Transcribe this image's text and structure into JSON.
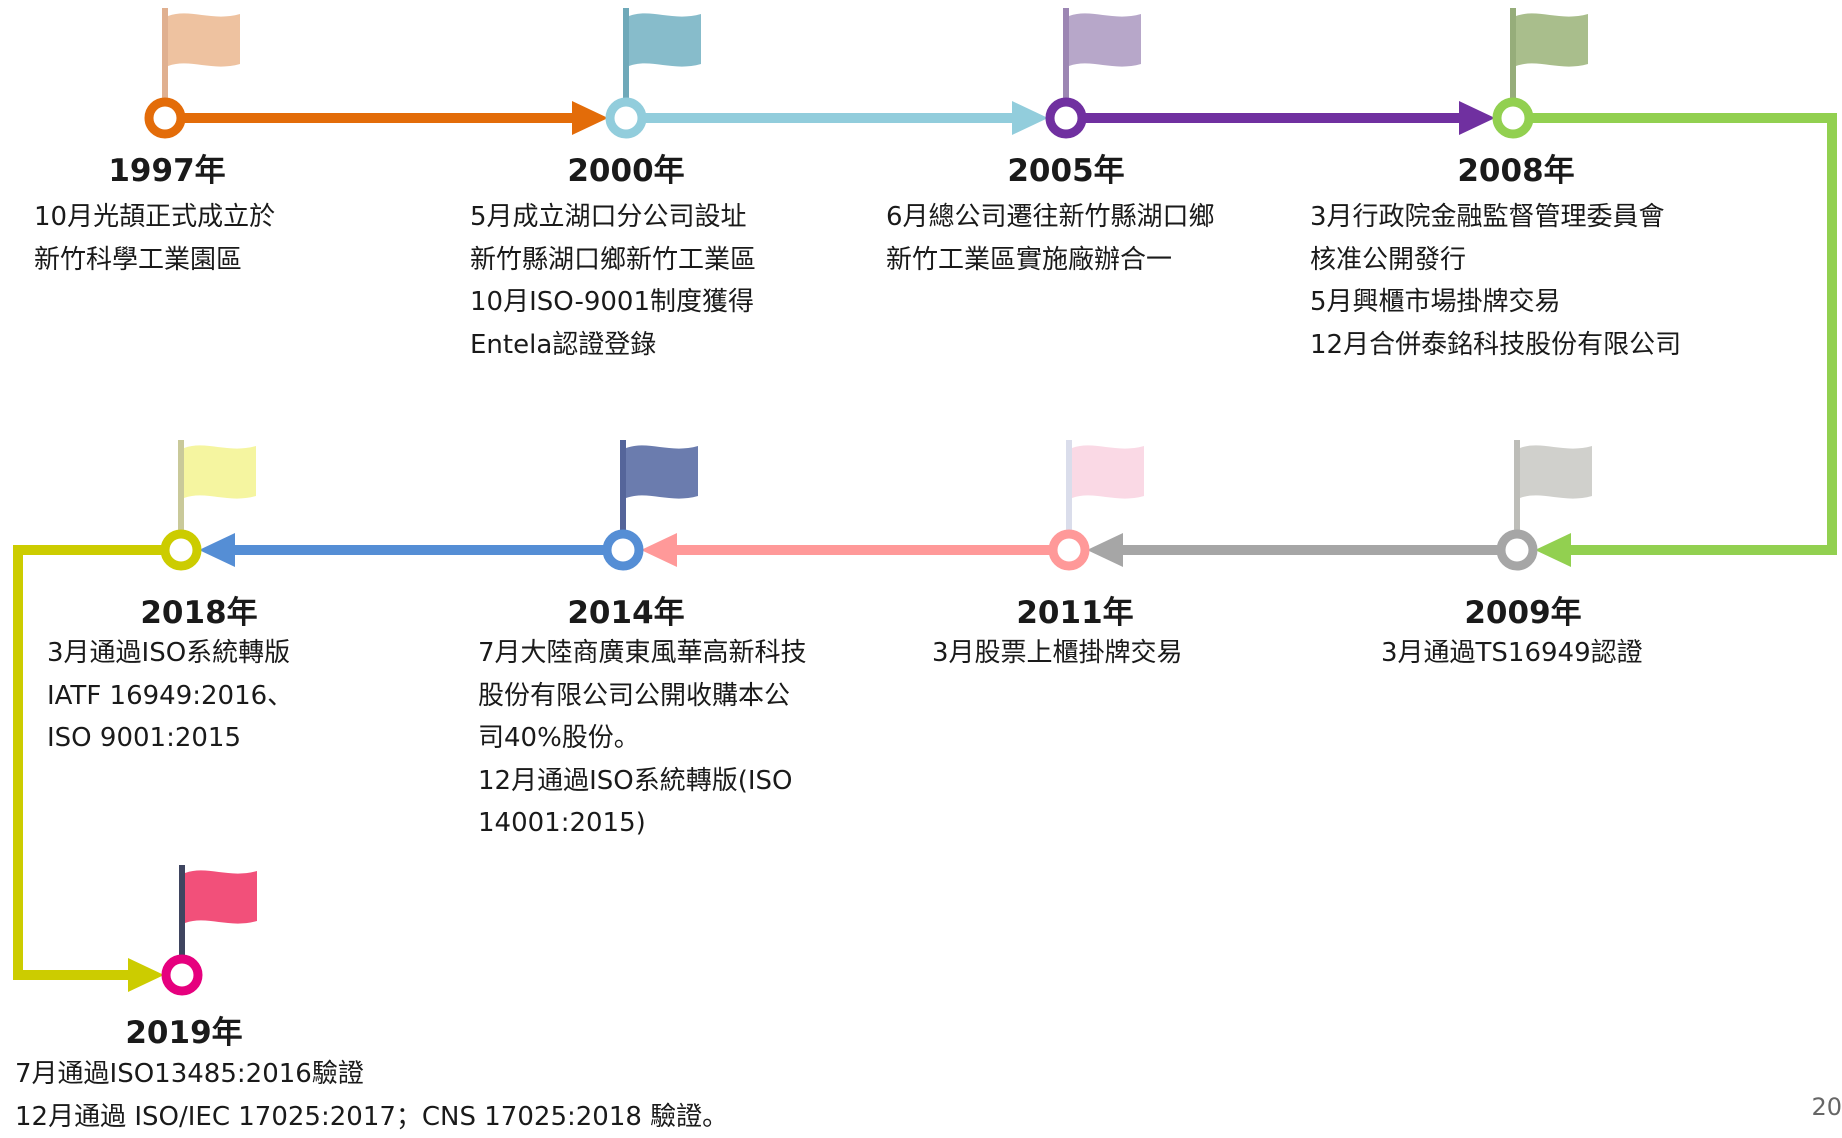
{
  "milestones": [
    {
      "id": "1997",
      "year": "1997年",
      "color": "#E36C09",
      "flag_color": "#EEC2A0",
      "pole_color": "#E0B090",
      "lines": [
        "10月光頡正式成立於",
        "新竹科學工業園區"
      ]
    },
    {
      "id": "2000",
      "year": "2000年",
      "color": "#31859C",
      "flag_color": "#87BCCB",
      "pole_color": "#6FA9B9",
      "ring_color": "#92CDDC",
      "lines": [
        "5月成立湖口分公司設址",
        "新竹縣湖口鄉新竹工業區",
        "10月ISO-9001制度獲得",
        "Entela認證登錄"
      ]
    },
    {
      "id": "2005",
      "year": "2005年",
      "color": "#7030A0",
      "flag_color": "#B7A7C9",
      "pole_color": "#9C86B3",
      "lines": [
        "6月總公司遷往新竹縣湖口鄉",
        "新竹工業區實施廠辦合一"
      ]
    },
    {
      "id": "2008",
      "year": "2008年",
      "color": "#00B050",
      "flag_color": "#A9BE8C",
      "pole_color": "#96AD7A",
      "ring_color": "#92D050",
      "lines": [
        "3月行政院金融監督管理委員會",
        "核准公開發行",
        "5月興櫃市場掛牌交易",
        "12月合併泰銘科技股份有限公司"
      ]
    },
    {
      "id": "2009",
      "year": "2009年",
      "color": "#7F7F7F",
      "flag_color": "#D0D0CC",
      "pole_color": "#BDBDB8",
      "ring_color": "#A6A6A6",
      "lines": [
        "3月通過TS16949認證"
      ]
    },
    {
      "id": "2011",
      "year": "2011年",
      "color": "#E6007E",
      "flag_color": "#FAD9E5",
      "pole_color": "#DADDEB",
      "ring_color": "#FF9999",
      "lines": [
        "3月股票上櫃掛牌交易"
      ]
    },
    {
      "id": "2014",
      "year": "2014年",
      "color": "#1F3864",
      "flag_color": "#6B7CAE",
      "pole_color": "#55659A",
      "ring_color": "#558ED5",
      "lines": [
        "7月大陸商廣東風華高新科技",
        "股份有限公司公開收購本公",
        "司40%股份。",
        "12月通過ISO系統轉版(ISO",
        "14001:2015)"
      ]
    },
    {
      "id": "2018",
      "year": "2018年",
      "color": "#7F7F00",
      "flag_color": "#F5F5A0",
      "pole_color": "#C9C99A",
      "ring_color": "#CCCC00",
      "lines": [
        "3月通過ISO系統轉版",
        "IATF 16949:2016、",
        "ISO 9001:2015"
      ]
    },
    {
      "id": "2019",
      "year": "2019年",
      "color": "#E6007E",
      "flag_color": "#F2507A",
      "pole_color": "#3F4560",
      "ring_color": "#E6007E",
      "lines": [
        "7月通過ISO13485:2016驗證",
        "12月通過 ISO/IEC 17025:2017；CNS 17025:2018 驗證。"
      ]
    }
  ],
  "connectors": [
    {
      "from": "1997",
      "to": "2000",
      "color": "#E36C09",
      "kind": "straight"
    },
    {
      "from": "2000",
      "to": "2005",
      "color": "#92CDDC",
      "kind": "straight"
    },
    {
      "from": "2005",
      "to": "2008",
      "color": "#7030A0",
      "kind": "straight"
    },
    {
      "from": "2008",
      "to": "2009",
      "color": "#92D050",
      "kind": "right-loop"
    },
    {
      "from": "2009",
      "to": "2011",
      "color": "#A6A6A6",
      "kind": "straight"
    },
    {
      "from": "2011",
      "to": "2014",
      "color": "#FF9999",
      "kind": "straight"
    },
    {
      "from": "2014",
      "to": "2018",
      "color": "#558ED5",
      "kind": "straight"
    },
    {
      "from": "2018",
      "to": "2019",
      "color": "#CCCC00",
      "kind": "left-loop"
    }
  ],
  "page_number": "20"
}
